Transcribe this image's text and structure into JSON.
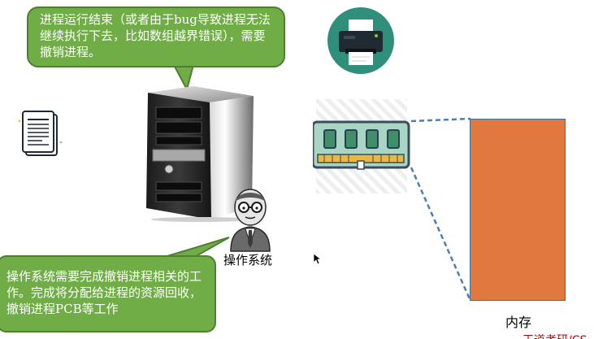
{
  "callouts": {
    "top_text": "进程运行结束（或者由于bug导致进程无法继续执行下去，比如数组越界错误），需要撤销进程。",
    "bottom_text": "操作系统需要完成撤销进程相关的工作。完成将分配给进程的资源回收，撤销进程PCB等工作"
  },
  "labels": {
    "os": "操作系统",
    "memory": "内存",
    "watermark": "王道考研/CS"
  },
  "icons": {
    "server": "server-tower-icon",
    "printer": "printer-icon",
    "document": "document-icon",
    "person": "os-person-icon",
    "ram": "memory-module-icon",
    "cursor": "mouse-cursor-icon"
  },
  "colors": {
    "callout_fill": "#70ad47",
    "memory_fill": "#e07840",
    "dashed_line": "#4a7fb5",
    "printer_circle": "#2f8f7a"
  }
}
